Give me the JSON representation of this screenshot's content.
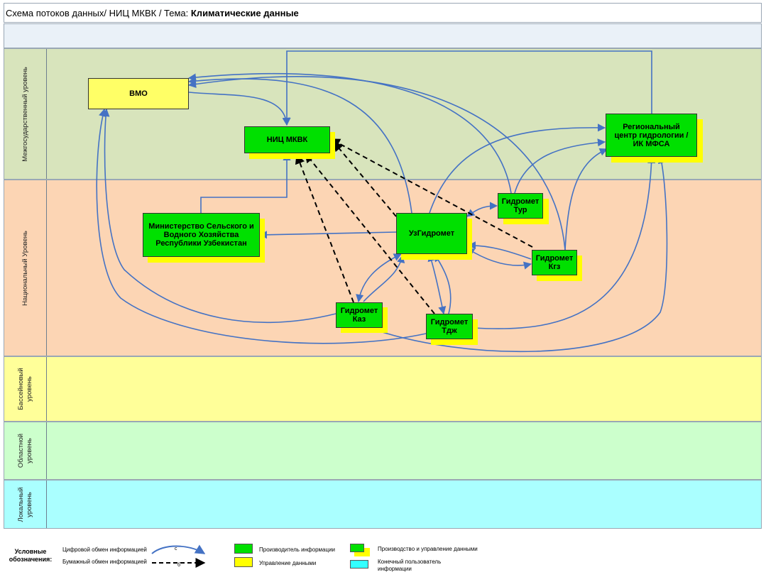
{
  "header": {
    "title_prefix": "Схема потоков данных/ НИЦ МКВК / Тема: ",
    "title_topic": "Климатические данные"
  },
  "lanes": {
    "interstate": "Межгосударственный уровень",
    "national": "Национальный Уровень",
    "basin": "Бассейновый уровень",
    "regional": "Областной уровень",
    "local": "Локальный уровень"
  },
  "nodes": {
    "vmo": "ВМО",
    "nic": "НИЦ МКВК",
    "regional_center": "Региональный центр гидрологии / ИК МФСА",
    "ministry": "Министерство Сельского и Водного Хозяйства Республики Узбекистан",
    "uzhydromet": "УзГидромет",
    "hydromet_tur": "Гидромет Тур",
    "hydromet_kgz": "Гидромет Кгз",
    "hydromet_kaz": "Гидромет Каз",
    "hydromet_tdzh": "Гидромет Тдж"
  },
  "legend": {
    "title": "Условные обозначения:",
    "digital": "Цифровой обмен информацией",
    "paper": "Бумажный обмен информацией",
    "producer": "Производитель информации",
    "management": "Управление данными",
    "production_management": "Производство и управление данными",
    "end_user": "Конечный пользователь информации",
    "digital_mark": "с",
    "paper_mark": "б"
  },
  "colors": {
    "interstate": "#d8e4bc",
    "national": "#fcd5b4",
    "basin": "#ffff99",
    "regional": "#ccffcc",
    "local": "#aaffff",
    "producer": "#00e000",
    "management": "#ffff00",
    "end_user": "#33ffff",
    "flow": "#4472c4"
  }
}
